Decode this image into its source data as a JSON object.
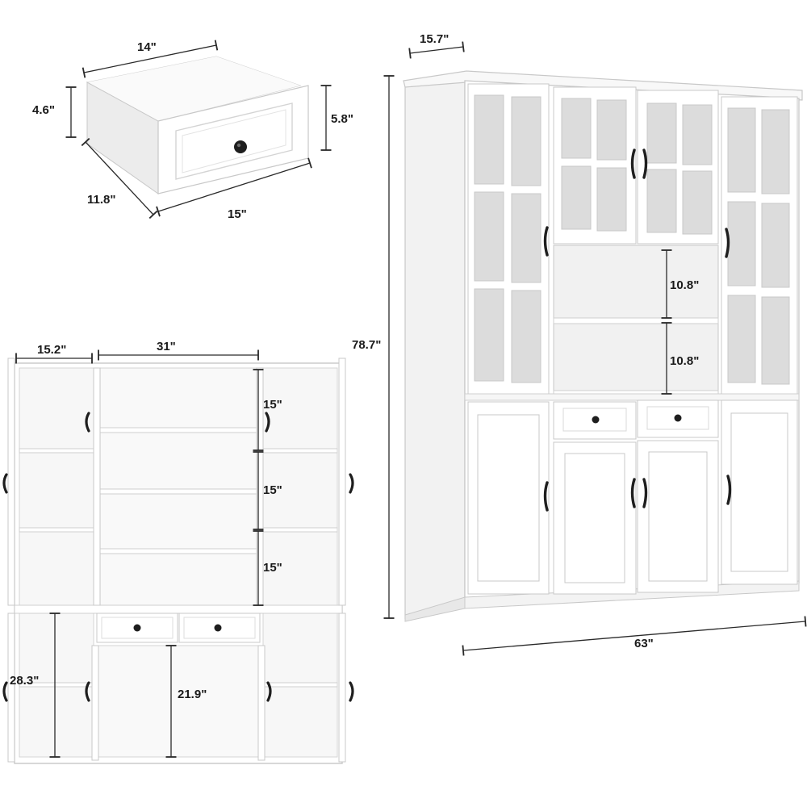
{
  "colors": {
    "panel": "#ffffff",
    "panel_shade": "#f1f1f1",
    "panel_dark": "#e2e2e2",
    "outline": "#c8c8c8",
    "glass": "#dcdcdc",
    "handle": "#1e1e1e",
    "dim_line": "#2a2a2a",
    "label": "#1a1a1a"
  },
  "icons": [
    "knob-icon",
    "bar-handle-icon"
  ],
  "drawer_dims": {
    "width_inner": "14\"",
    "depth": "11.8\"",
    "width_outer": "15\"",
    "height_inner": "4.6\"",
    "height_front": "5.8\""
  },
  "interior_dims": {
    "side_width": "15.2\"",
    "center_width": "31\"",
    "shelf_1": "15\"",
    "shelf_2": "15\"",
    "shelf_3": "15\"",
    "lower_side": "28.3\"",
    "lower_center": "21.9\""
  },
  "cabinet_dims": {
    "depth": "15.7\"",
    "height": "78.7\"",
    "width": "63\"",
    "open_shelf_upper": "10.8\"",
    "open_shelf_lower": "10.8\""
  }
}
